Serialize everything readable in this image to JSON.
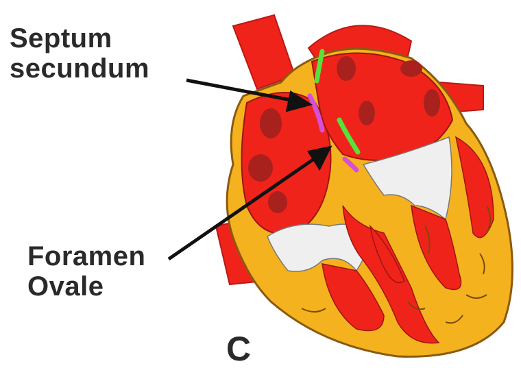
{
  "labels": {
    "septum_line1": "Septum",
    "septum_line2": "secundum",
    "foramen_line1": "Foramen",
    "foramen_line2": "Ovale",
    "panel": "C"
  },
  "colors": {
    "myocardium": "#f5b21f",
    "blood": "#f0231b",
    "dark_blood": "#a8211d",
    "septum_primum": "#55e33b",
    "septum_secundum": "#d64fd8",
    "valve": "#efefef",
    "arrow": "#111111"
  }
}
